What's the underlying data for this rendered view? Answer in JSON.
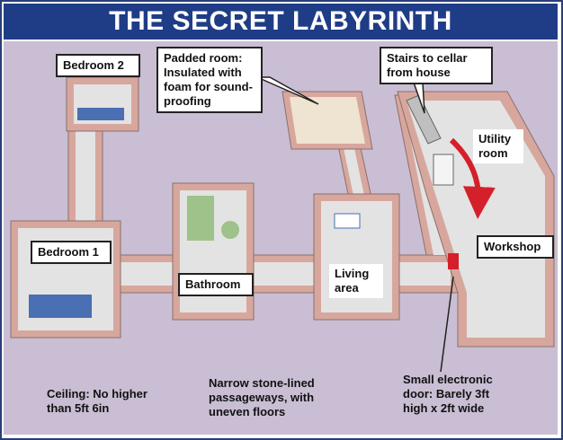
{
  "title": "THE SECRET LABYRINTH",
  "colors": {
    "banner": "#1f3c86",
    "background": "#c9bed3",
    "floor": "#e3e3e3",
    "wall_top": "#d7a79e",
    "wall_side": "#ababab",
    "arrow": "#d4202a",
    "door": "#d4202a"
  },
  "labels": {
    "bedroom2": "Bedroom 2",
    "padded_room": "Padded room:\nInsulated with\nfoam for sound-\nproofing",
    "stairs": "Stairs to cellar\nfrom house",
    "utility_room": "Utility\nroom",
    "workshop": "Workshop",
    "bedroom1": "Bedroom 1",
    "bathroom": "Bathroom",
    "living_area": "Living\narea",
    "ceiling": "Ceiling: No higher\nthan 5ft 6in",
    "passageways": "Narrow stone-lined\npassageways, with\nuneven floors",
    "door": "Small electronic\ndoor: Barely 3ft\nhigh x 2ft wide"
  }
}
